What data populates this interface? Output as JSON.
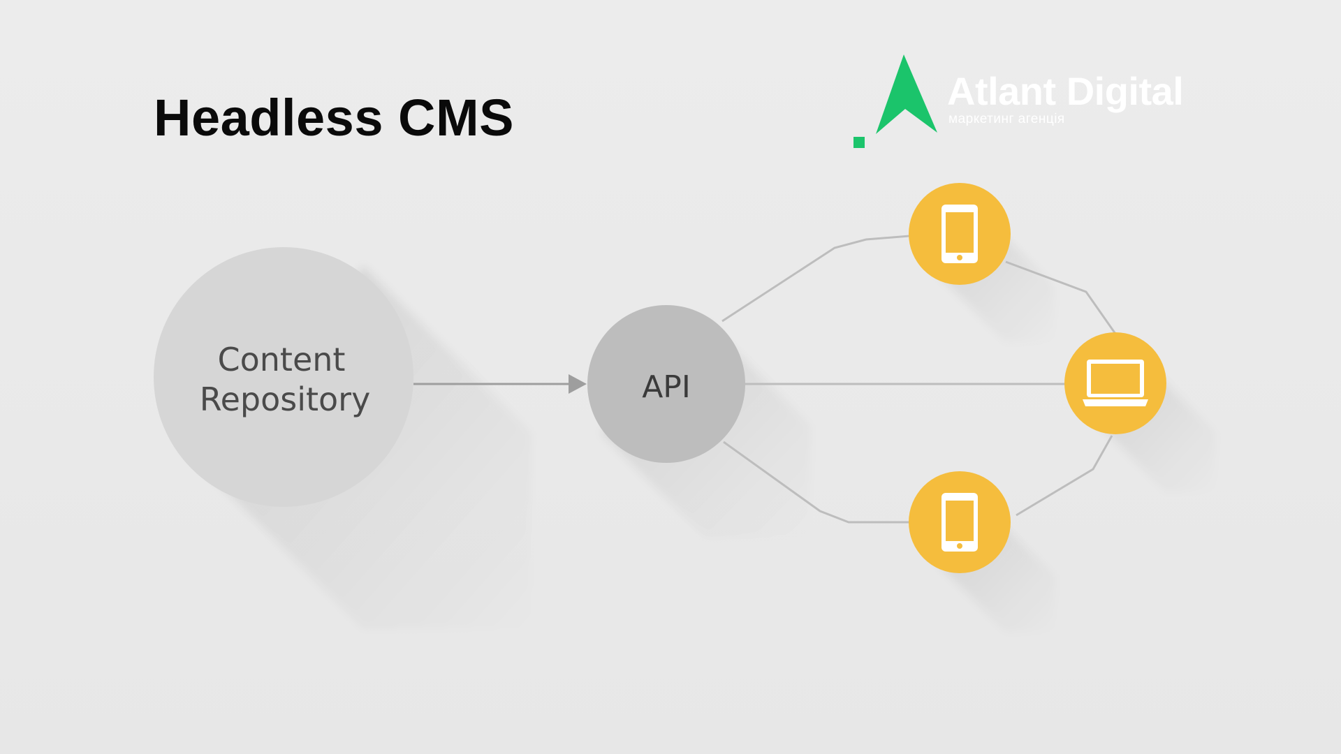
{
  "title": "Headless CMS",
  "logo": {
    "name": "Atlant Digital",
    "tagline": "маркетинг агенція",
    "accent_color": "#1bc46b"
  },
  "diagram": {
    "nodes": [
      {
        "id": "content-repository",
        "label_lines": [
          "Content",
          "Repository"
        ],
        "color": "#d6d6d6"
      },
      {
        "id": "api",
        "label": "API",
        "color": "#bdbdbd"
      },
      {
        "id": "device-mobile-top",
        "icon": "smartphone-icon",
        "color": "#f5bd3d"
      },
      {
        "id": "device-laptop",
        "icon": "laptop-icon",
        "color": "#f5bd3d"
      },
      {
        "id": "device-mobile-bottom",
        "icon": "smartphone-icon",
        "color": "#f5bd3d"
      }
    ],
    "edges": [
      {
        "from": "content-repository",
        "to": "api",
        "arrow": true
      },
      {
        "from": "api",
        "to": "device-mobile-top"
      },
      {
        "from": "api",
        "to": "device-laptop"
      },
      {
        "from": "api",
        "to": "device-mobile-bottom"
      },
      {
        "from": "device-mobile-top",
        "to": "device-laptop"
      },
      {
        "from": "device-mobile-bottom",
        "to": "device-laptop"
      }
    ]
  }
}
